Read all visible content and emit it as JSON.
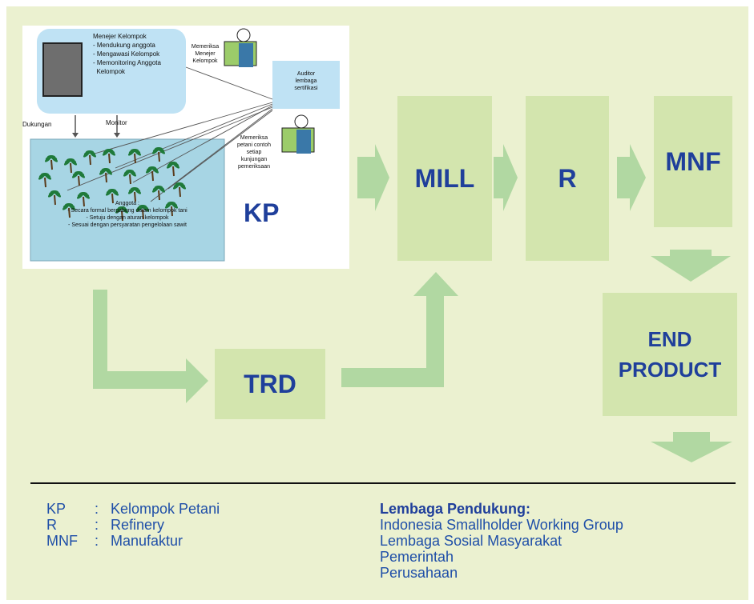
{
  "colors": {
    "panel": "#ebf1d0",
    "box": "#d3e5ae",
    "arrow": "#a7d49a",
    "text": "#1f3f9b",
    "legend": "#1f4fa8"
  },
  "icons": [
    "tree-icon",
    "inspector-icon",
    "manager-portrait-icon"
  ],
  "kp_diagram": {
    "manager_text": [
      "Menejer Kelompok",
      "- Mendukung anggota",
      "- Mengawasi Kelompok",
      "- Memonitoring Anggota",
      "  Kelompok"
    ],
    "support_label": "Dukungan",
    "monitor_label": "Monitor",
    "check_manager_label": [
      "Memeriksa",
      "Menejer",
      "Kelompok"
    ],
    "auditor_label": [
      "Auditor",
      "lembaga",
      "sertifikasi"
    ],
    "check_farmer_label": [
      "Memeriksa",
      "petani contoh",
      "setiap",
      "kunjungan",
      "pemeriksaan"
    ],
    "members_text": [
      "Anggota :",
      "- Secara formal bergabung dalam kelompok tani",
      "- Setuju dengan aturan kelompok",
      "- Sesuai dengan persyaratan pengelolaan sawit"
    ],
    "kp_label": "KP"
  },
  "flow": {
    "mill": "MILL",
    "r": "R",
    "mnf": "MNF",
    "trd": "TRD",
    "end_product": [
      "END",
      "PRODUCT"
    ]
  },
  "legend": {
    "items": [
      {
        "abbr": "KP",
        "sep": ":",
        "text": "Kelompok Petani"
      },
      {
        "abbr": "R",
        "sep": ":",
        "text": "Refinery"
      },
      {
        "abbr": "MNF",
        "sep": ":",
        "text": "Manufaktur"
      }
    ],
    "support_title": "Lembaga Pendukung:",
    "support_items": [
      "Indonesia Smallholder Working Group",
      "Lembaga Sosial Masyarakat",
      "Pemerintah",
      "Perusahaan"
    ]
  }
}
